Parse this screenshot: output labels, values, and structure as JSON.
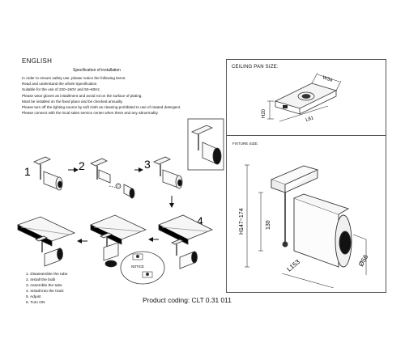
{
  "header": {
    "language": "ENGLISH",
    "spec_title": "Specification of installation"
  },
  "instructions": [
    "In order to ensure safety use, please notice the following items:",
    "Read and understand the whole Specification",
    "Suitable for the use of 220~240V and 50~60Hz.",
    "Please wear gloves as installment and avoid rot on the surface of plating.",
    "Must be installed on the fixed place and be checked annually.",
    "Please turn off the lighting source by soft cloth as cleaning prohibited to use of rotated detergent.",
    "Please connect with the local sales service center when there and any abnormality."
  ],
  "steps": {
    "numbers": [
      "1",
      "2",
      "3",
      "4",
      "5",
      "6"
    ],
    "list": [
      "1. Disassemble the tube",
      "2. Install the bulb",
      "3. Assemble the tube",
      "4. Install into the track",
      "5. Adjust",
      "6. Turn ON"
    ],
    "notice_label": "NOTICE"
  },
  "product_coding": "Product coding: CLT 0.31 011",
  "ceiling_pan": {
    "title": "CEILING PAN SIZE:",
    "width_label": "W34",
    "height_label": "H20",
    "length_label": "L81"
  },
  "fixture": {
    "title": "FIXTURE SIZE:",
    "height_range_label": "H147~174",
    "body_height_label": "130",
    "length_label": "L153",
    "diameter_label": "Ø56"
  },
  "colors": {
    "line": "#333333",
    "dark": "#1a1a1a",
    "panel_border": "#555555"
  }
}
